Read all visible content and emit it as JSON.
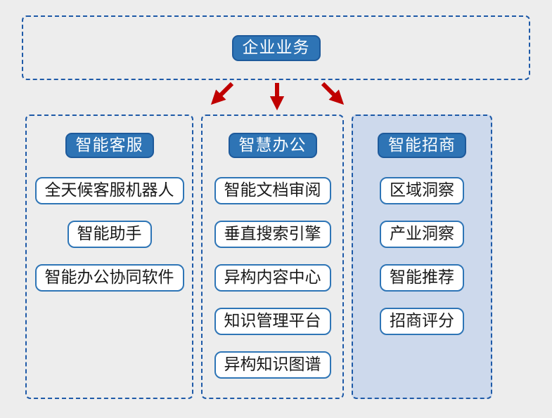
{
  "root_node": {
    "label": "企业业务"
  },
  "columns": [
    {
      "header": "智能客服",
      "items": [
        "全天候客服机器人",
        "智能助手",
        "智能办公协同软件"
      ]
    },
    {
      "header": "智慧办公",
      "items": [
        "智能文档审阅",
        "垂直搜索引擎",
        "异构内容中心",
        "知识管理平台",
        "异构知识图谱"
      ]
    },
    {
      "header": "智能招商",
      "items": [
        "区域洞察",
        "产业洞察",
        "智能推荐",
        "招商评分"
      ]
    }
  ],
  "colors": {
    "page_background": "#EDEDED",
    "accent_blue": "#2E74B5",
    "accent_blue_border": "#1E5A9B",
    "dashed_border_blue": "#1E5AA8",
    "node_border_blue": "#2E75B6",
    "panel_fill_blue": "#CDD9EC",
    "arrow_red": "#C00000",
    "node_text": "#1A1A1A"
  }
}
